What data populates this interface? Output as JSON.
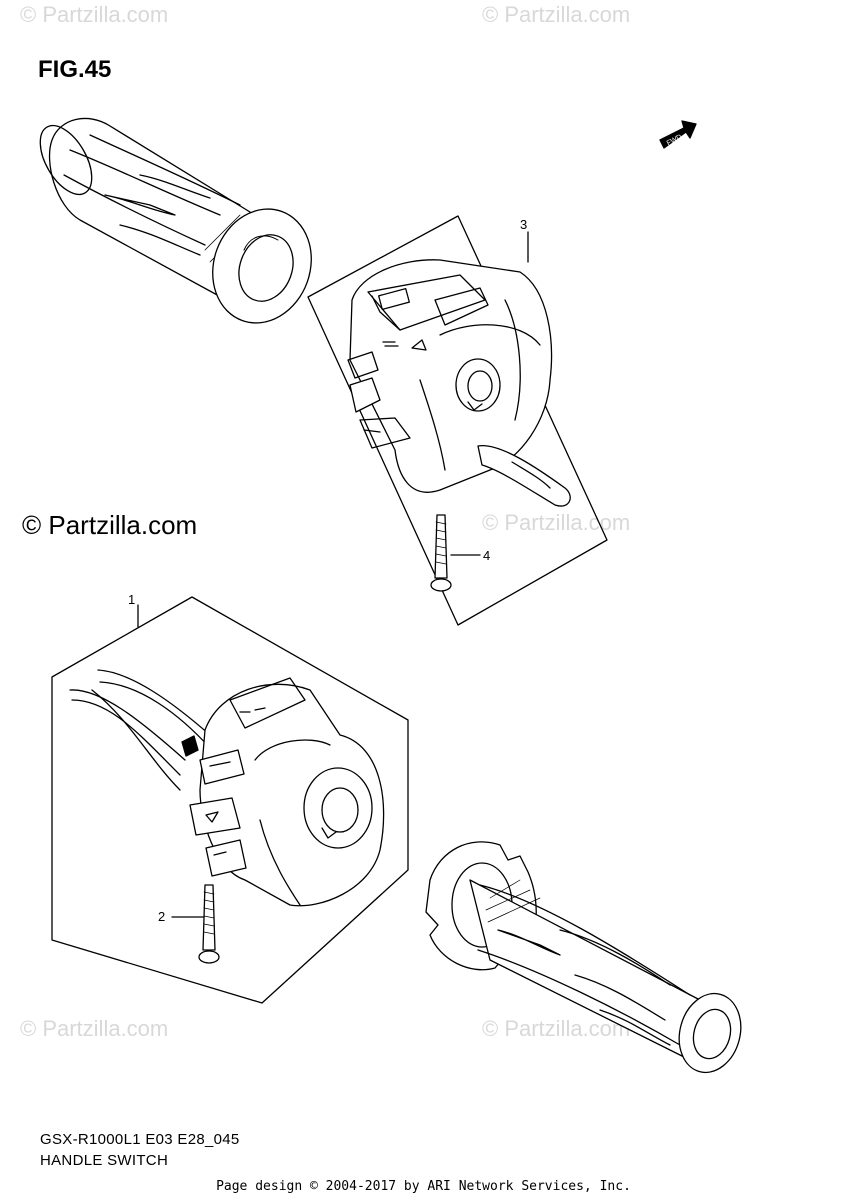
{
  "figure": {
    "title": "FIG.45"
  },
  "watermarks": {
    "text": "© Partzilla.com",
    "main": "© Partzilla.com"
  },
  "callouts": [
    {
      "number": "1"
    },
    {
      "number": "2"
    },
    {
      "number": "3"
    },
    {
      "number": "4"
    }
  ],
  "fwd_badge": "FWD",
  "footer": {
    "code": "GSX-R1000L1 E03 E28_045",
    "name": "HANDLE SWITCH",
    "credit": "Page design © 2004-2017 by ARI Network Services, Inc."
  },
  "colors": {
    "line": "#000000",
    "watermark": "#d8d8d8"
  }
}
